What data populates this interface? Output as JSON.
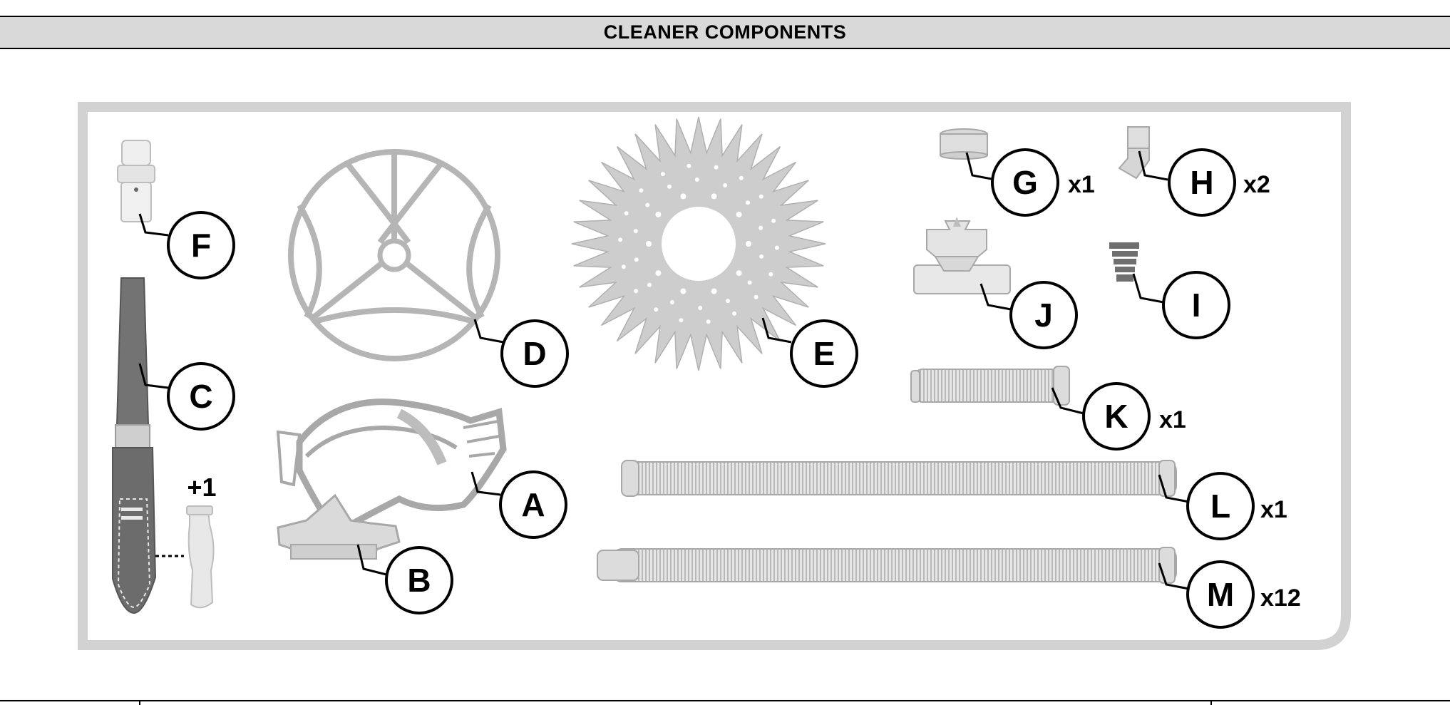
{
  "header": {
    "title": "CLEANER COMPONENTS"
  },
  "colors": {
    "panel_border": "#d2d2d2",
    "part_fill": "#dcdcdc",
    "dark_part": "#6f6f6f",
    "callout": "#000000"
  },
  "parts": [
    {
      "letter": "F",
      "qty": ""
    },
    {
      "letter": "C",
      "qty": "",
      "extra": "+1"
    },
    {
      "letter": "D",
      "qty": ""
    },
    {
      "letter": "E",
      "qty": ""
    },
    {
      "letter": "A",
      "qty": ""
    },
    {
      "letter": "B",
      "qty": ""
    },
    {
      "letter": "G",
      "qty": "x1"
    },
    {
      "letter": "H",
      "qty": "x2"
    },
    {
      "letter": "J",
      "qty": ""
    },
    {
      "letter": "I",
      "qty": ""
    },
    {
      "letter": "K",
      "qty": "x1"
    },
    {
      "letter": "L",
      "qty": "x1"
    },
    {
      "letter": "M",
      "qty": "x12"
    }
  ]
}
